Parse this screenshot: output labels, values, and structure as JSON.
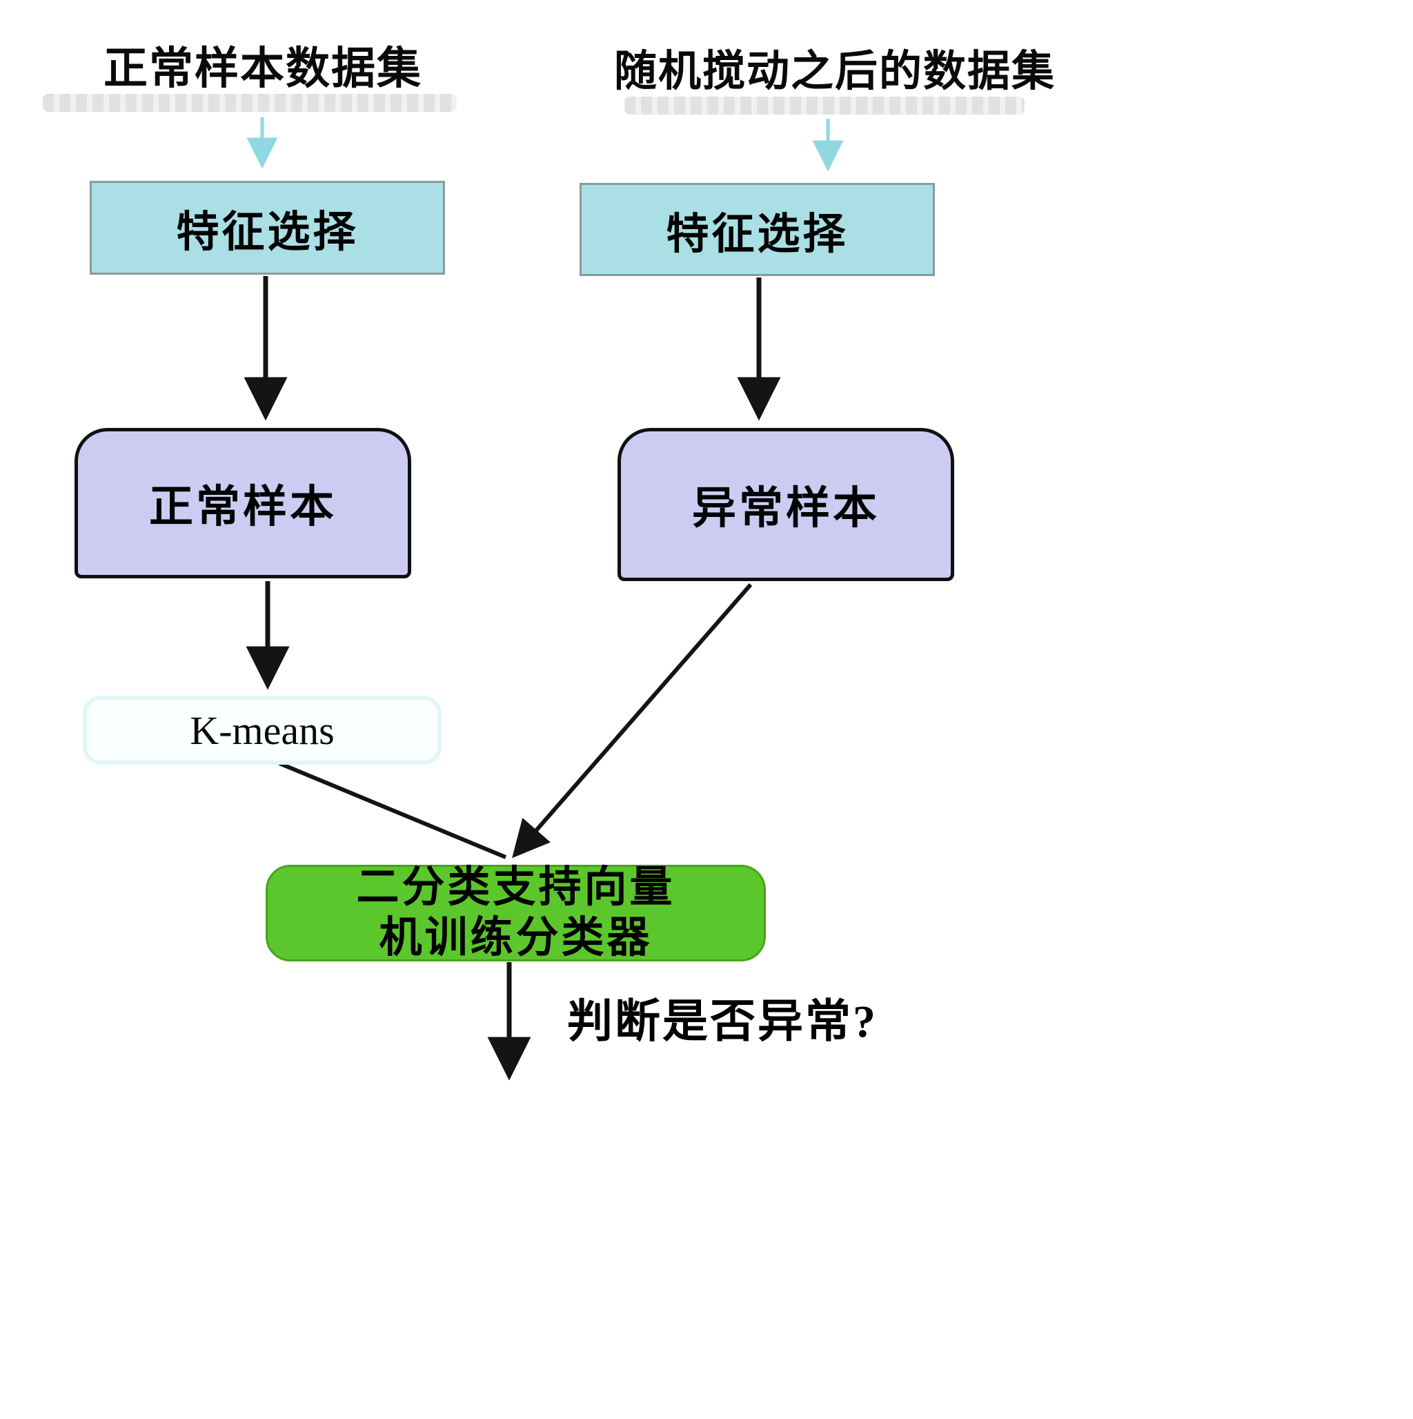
{
  "nodes": {
    "dataset_left": "正常样本数据集",
    "dataset_right": "随机搅动之后的数据集",
    "feature_left": "特征选择",
    "feature_right": "特征选择",
    "normal_samples": "正常样本",
    "abnormal_samples": "异常样本",
    "kmeans": "K-means",
    "svm_line1": "二分类支持向量",
    "svm_line2": "机训练分类器",
    "output_question": "判断是否异常?"
  },
  "colors": {
    "feature_box_fill": "#a9dfe5",
    "feature_box_border": "#8d989b",
    "sample_box_fill": "#ccccf2",
    "sample_box_border": "#101010",
    "kmeans_box_fill": "#fcffff",
    "kmeans_box_border": "#e0f6f8",
    "svm_box_fill": "#5cc72c",
    "svm_box_border": "#46a31c",
    "arrow_black": "#141414",
    "arrow_cyan": "#8fd8e2",
    "text": "#000000",
    "background": "#ffffff"
  }
}
